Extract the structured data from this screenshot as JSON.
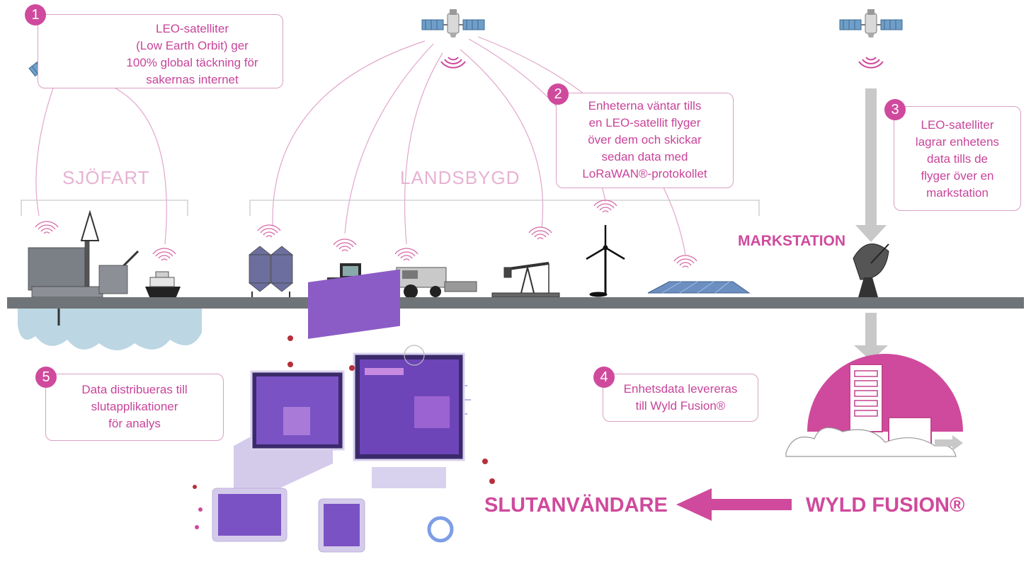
{
  "callouts": {
    "c1": {
      "badge": "1",
      "lines": [
        "LEO-satelliter",
        "(Low Earth Orbit) ger",
        "100% global täckning för",
        "sakernas internet"
      ]
    },
    "c2": {
      "badge": "2",
      "lines": [
        "Enheterna väntar tills",
        "en LEO-satellit flyger",
        "över dem  och skickar",
        "sedan data med",
        "LoRaWAN®-protokollet"
      ]
    },
    "c3": {
      "badge": "3",
      "lines": [
        "LEO-satelliter",
        "lagrar enhetens",
        "data tills de",
        "flyger över en",
        "markstation"
      ]
    },
    "c4": {
      "badge": "4",
      "lines": [
        "Enhetsdata levereras",
        "till Wyld Fusion®"
      ]
    },
    "c5": {
      "badge": "5",
      "lines": [
        "Data distribueras till",
        "slutapplikationer",
        "för analys"
      ]
    }
  },
  "labels": {
    "sjofart": "SJÖFART",
    "landsbygd": "LANDSBYGD",
    "markstation": "MARKSTATION",
    "slutanvandare": "SLUTANVÄNDARE",
    "wyld_fusion": "WYLD FUSION®"
  },
  "colors": {
    "accent": "#cf4a9c",
    "light_accent": "#e7b3d3",
    "ground": "#6f7478",
    "arrow_gray": "#c8c8c8",
    "sea": "#bcd6e3"
  },
  "icons": [
    "satellite-icon",
    "signal-waves-icon",
    "oil-platform-icon",
    "ship-icon",
    "silo-icon",
    "tractor-icon",
    "harvester-icon",
    "oil-pump-icon",
    "wind-turbine-icon",
    "solar-panel-icon",
    "satellite-dish-icon",
    "server-cloud-icon",
    "devices-icon"
  ]
}
